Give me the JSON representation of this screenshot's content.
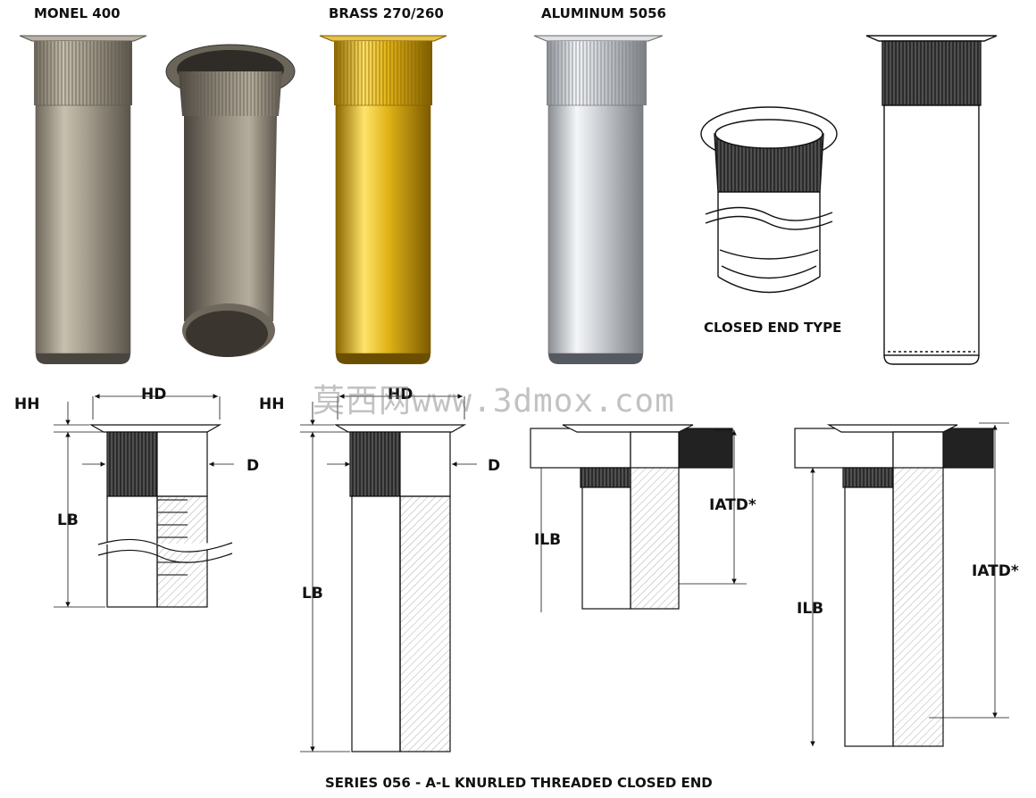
{
  "materials": {
    "monel": "MONEL 400",
    "brass": "BRASS 270/260",
    "aluminum": "ALUMINUM 5056"
  },
  "closed_end_caption": "CLOSED END TYPE",
  "dimensions": {
    "hh": "HH",
    "hd": "HD",
    "d": "D",
    "lb": "LB",
    "ilb": "ILB",
    "iatd": "IATD*"
  },
  "footer_caption": "SERIES 056 - A-L KNURLED THREADED CLOSED END",
  "watermark": "莫西网www.3dmox.com",
  "colors": {
    "monel": "#9c9484",
    "brass": "#d4a20a",
    "aluminum": "#c4c8cc",
    "knurl_dark": "#222222",
    "line": "#111111"
  }
}
